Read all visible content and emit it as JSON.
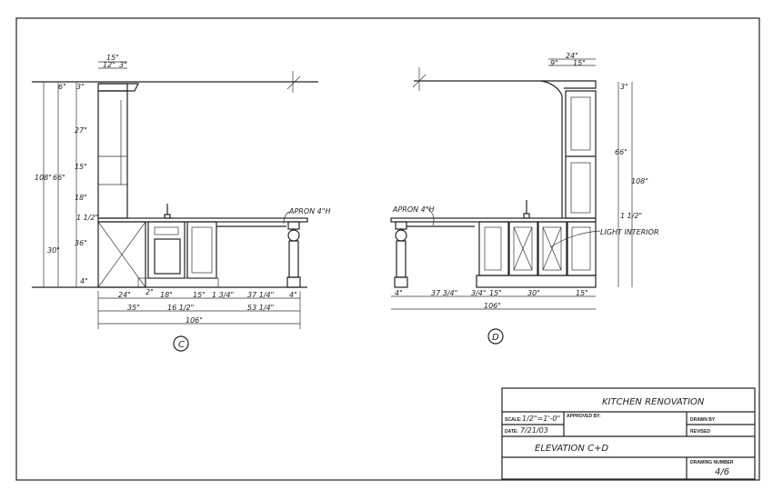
{
  "title_block": {
    "project": "KITCHEN RENOVATION",
    "scale_label": "SCALE:",
    "scale_value": "1/2\"=1'-0\"",
    "date_label": "DATE:",
    "date_value": "7/21/03",
    "approved_by_label": "APPROVED BY:",
    "drawn_by_label": "DRAWN BY",
    "revised_label": "REVISED",
    "sheet_title": "ELEVATION C+D",
    "drawing_number_label": "DRAWING NUMBER",
    "drawing_number": "4/6"
  },
  "elevation_c": {
    "marker": "C",
    "top_dims": [
      "15\"",
      "12\"",
      "3\""
    ],
    "vertical_dims": [
      "108\"",
      "66\"",
      "6\"",
      "3\"",
      "27\"",
      "15\"",
      "18\"",
      "1 1/2\"",
      "30\"",
      "36\"",
      "4\""
    ],
    "bottom_dims_row1": [
      "24\"",
      "2\"",
      "18\"",
      "15\"",
      "1 3/4\"",
      "37 1/4\"",
      "4\""
    ],
    "bottom_dims_row2": [
      "35\"",
      "16 1/2\"",
      "53 1/4\""
    ],
    "overall": "106\"",
    "note": "APRON 4\"H"
  },
  "elevation_d": {
    "marker": "D",
    "top_dims": [
      "24\"",
      "9\"",
      "15\""
    ],
    "vertical_dims": [
      "3\"",
      "66\"",
      "108\"",
      "1 1/2\""
    ],
    "bottom_dims": [
      "4\"",
      "37 3/4\"",
      "3/4\"",
      "15\"",
      "30\"",
      "15\""
    ],
    "overall": "106\"",
    "note_apron": "APRON 4\"H",
    "note_light": "LIGHT INTERIOR"
  }
}
